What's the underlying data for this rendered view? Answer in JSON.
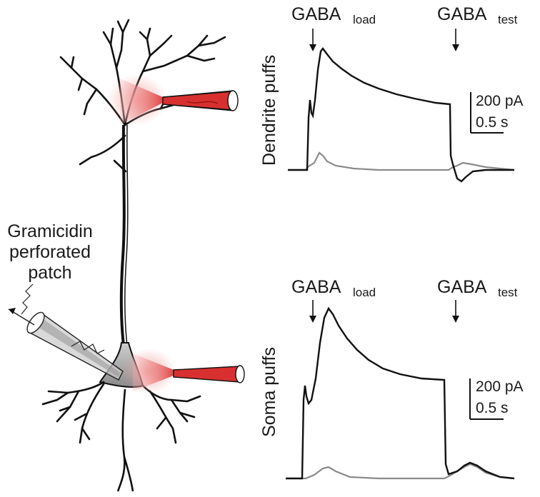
{
  "neuron_label": {
    "line1": "Gramicidin",
    "line2": "perforated",
    "line3": "patch"
  },
  "top_panel": {
    "row_label": "Dendrite puffs",
    "stim_load_main": "GABA",
    "stim_load_sub": "load",
    "stim_test_main": "GABA",
    "stim_test_sub": "test",
    "scale_current": "200 pA",
    "scale_time": "0.5 s"
  },
  "bottom_panel": {
    "row_label": "Soma puffs",
    "stim_load_main": "GABA",
    "stim_load_sub": "load",
    "stim_test_main": "GABA",
    "stim_test_sub": "test",
    "scale_current": "200 pA",
    "scale_time": "0.5 s"
  },
  "colors": {
    "trace_black": "#111111",
    "trace_gray": "#8a8a8a",
    "puff_red": "#d83030",
    "pipette_gray": "#9a9a9a"
  }
}
